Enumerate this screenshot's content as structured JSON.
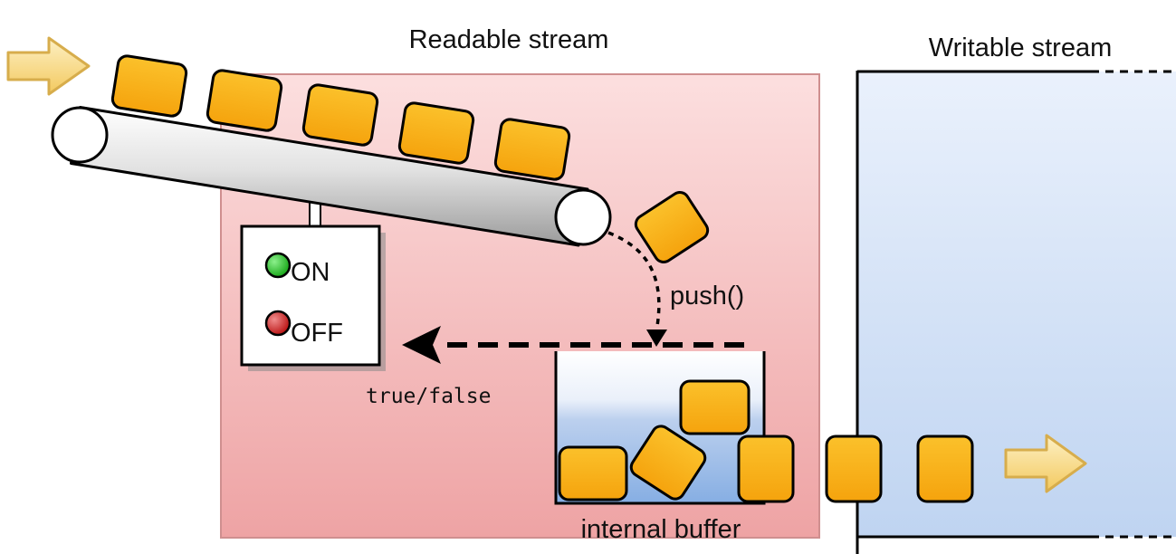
{
  "labels": {
    "readable_stream": "Readable stream",
    "writable_stream": "Writable stream",
    "push": "push()",
    "true_false": "true/false",
    "internal_buffer": "internal buffer"
  },
  "switch_panel": {
    "on_label": "ON",
    "off_label": "OFF",
    "on_color": "#22c422",
    "off_color": "#d21a1a"
  },
  "colors": {
    "readable_fill": "#f2aaaa",
    "writable_fill": "#c5d8f3",
    "chunk_fill": "#f7ad12",
    "arrow_fill": "#f6d77a"
  },
  "icons": [
    "input-arrow-icon",
    "output-arrow-icon",
    "on-indicator-icon",
    "off-indicator-icon"
  ]
}
